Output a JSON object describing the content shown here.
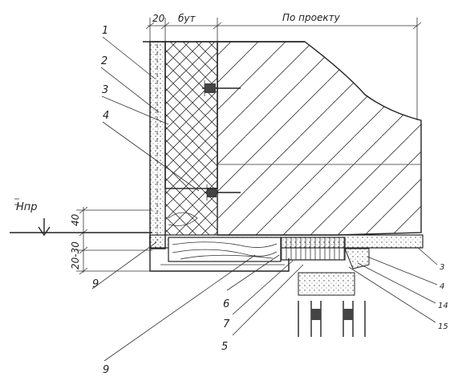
{
  "dimensions": {
    "top_left": "20",
    "top_mid": "бут",
    "top_right": "По проекту",
    "left_a": "40",
    "left_b": "20-30"
  },
  "level_mark": "Нпр",
  "callouts_left": [
    "1",
    "2",
    "3",
    "4",
    "9"
  ],
  "callouts_bottom": [
    "6",
    "7",
    "5",
    "9"
  ],
  "callouts_right": [
    "3",
    "4",
    "14",
    "15"
  ]
}
